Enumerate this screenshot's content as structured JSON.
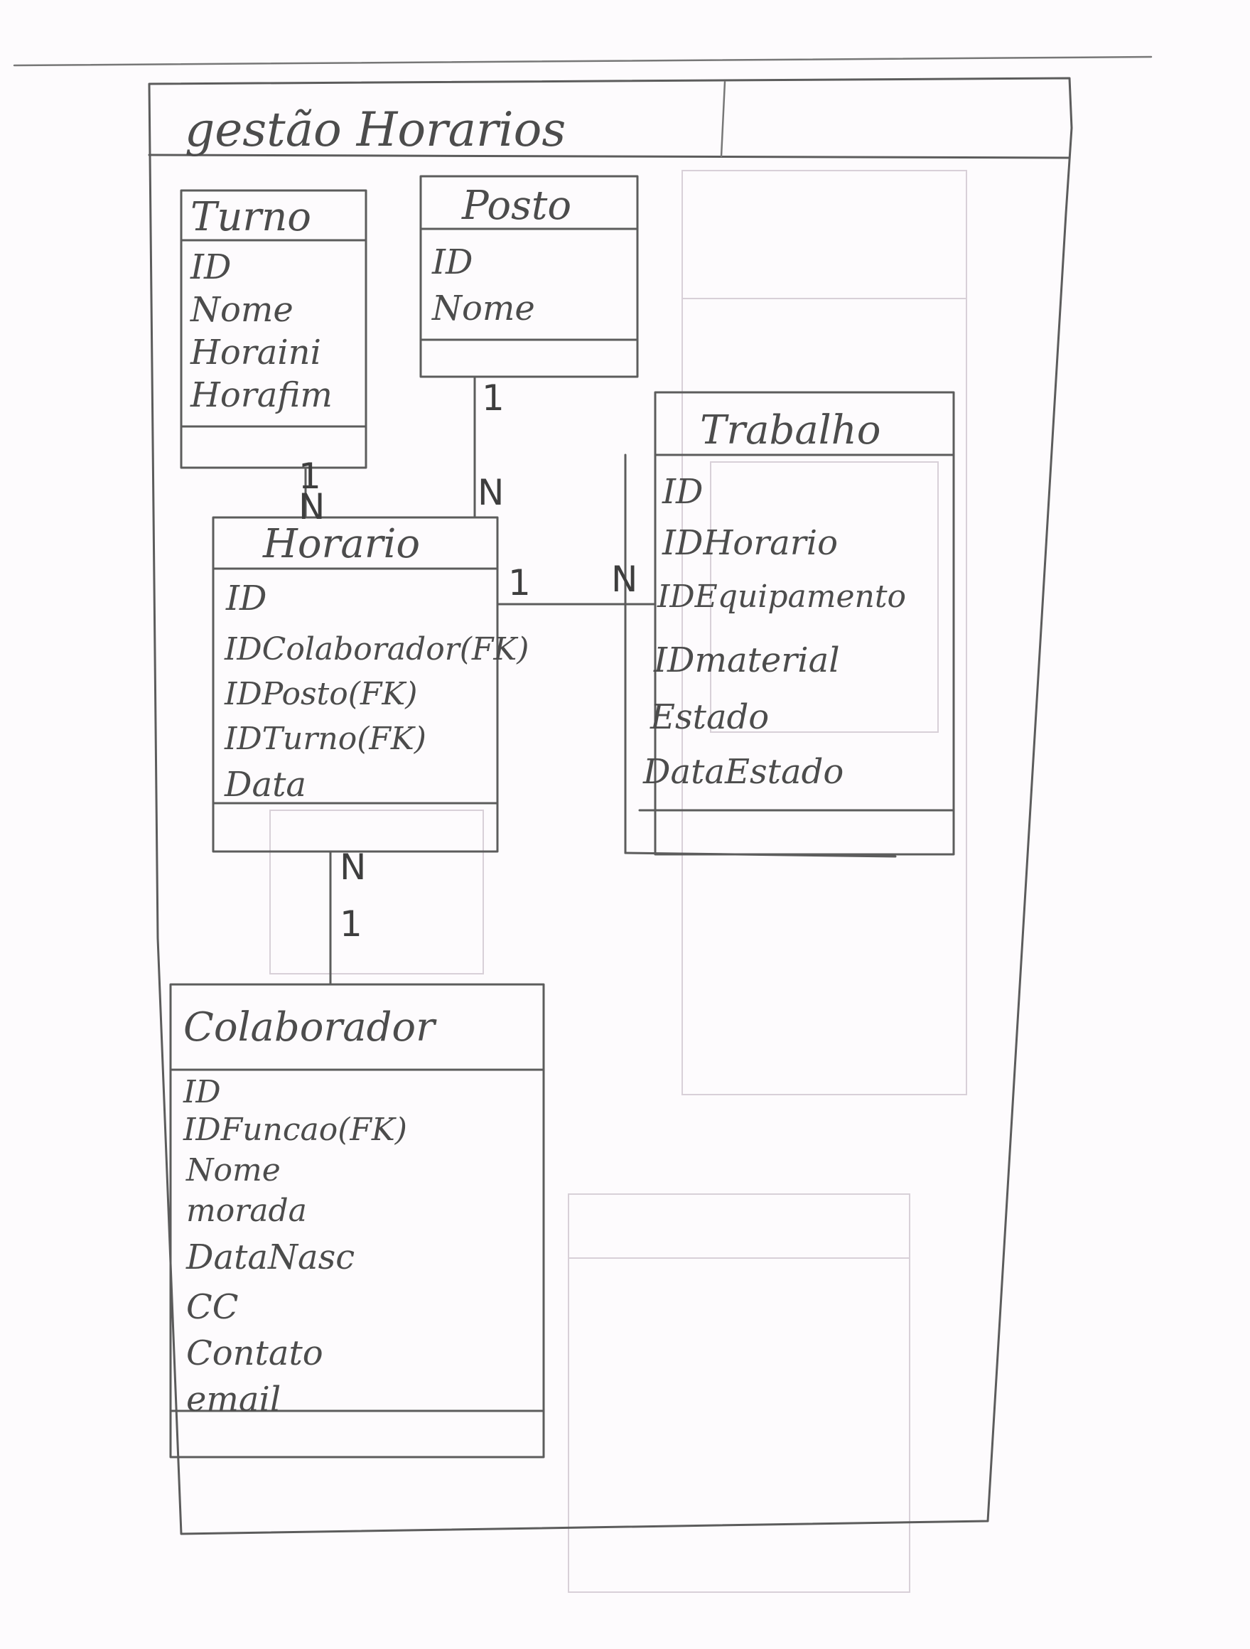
{
  "diagram": {
    "title": "gestão Horarios",
    "entities": {
      "turno": {
        "name": "Turno",
        "attributes": [
          "ID",
          "Nome",
          "Horaini",
          "Horafim"
        ]
      },
      "posto": {
        "name": "Posto",
        "attributes": [
          "ID",
          "Nome"
        ]
      },
      "trabalho": {
        "name": "Trabalho",
        "attributes": [
          "ID",
          "IDHorario",
          "IDEquipamento",
          "IDmaterial",
          "Estado",
          "DataEstado"
        ]
      },
      "horario": {
        "name": "Horario",
        "attributes": [
          "ID",
          "IDColaborador(FK)",
          "IDPosto(FK)",
          "IDTurno(FK)",
          "Data"
        ]
      },
      "colaborador": {
        "name": "Colaborador",
        "attributes": [
          "ID",
          "IDFuncao(FK)",
          "Nome",
          "morada",
          "DataNasc",
          "CC",
          "Contato",
          "email"
        ]
      }
    },
    "relationships": [
      {
        "from": "Turno",
        "to": "Horario",
        "from_card": "1",
        "to_card": "N"
      },
      {
        "from": "Posto",
        "to": "Horario",
        "from_card": "1",
        "to_card": "N"
      },
      {
        "from": "Horario",
        "to": "Trabalho",
        "from_card": "1",
        "to_card": "N"
      },
      {
        "from": "Colaborador",
        "to": "Horario",
        "from_card": "1",
        "to_card": "N"
      }
    ]
  }
}
